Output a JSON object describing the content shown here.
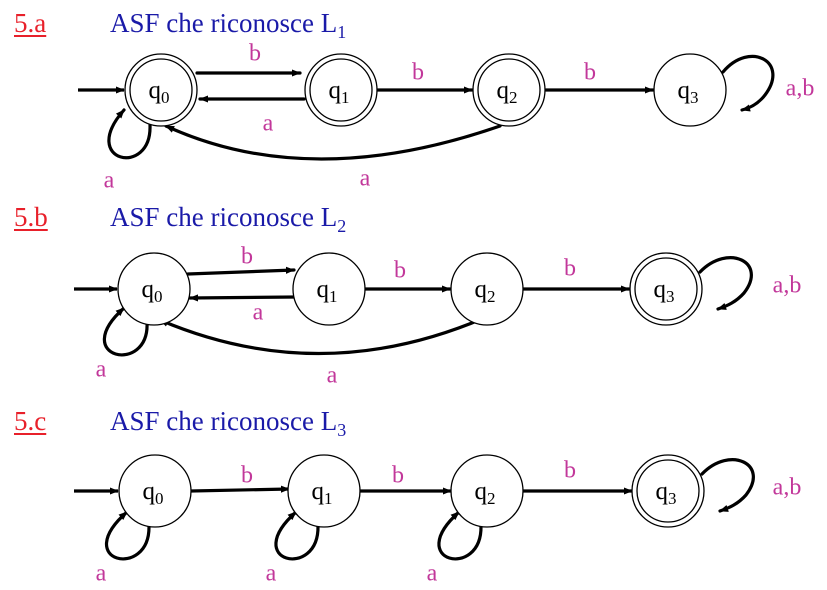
{
  "sections": [
    {
      "label": "5.a",
      "title": "ASF che riconosce L",
      "title_sub": "1",
      "automaton": {
        "states": [
          {
            "id": "q0",
            "name": "q",
            "sub": "0",
            "accepting": true,
            "initial": true
          },
          {
            "id": "q1",
            "name": "q",
            "sub": "1",
            "accepting": true,
            "initial": false
          },
          {
            "id": "q2",
            "name": "q",
            "sub": "2",
            "accepting": true,
            "initial": false
          },
          {
            "id": "q3",
            "name": "q",
            "sub": "3",
            "accepting": false,
            "initial": false
          }
        ],
        "transitions": [
          {
            "from": "q0",
            "to": "q1",
            "label": "b"
          },
          {
            "from": "q1",
            "to": "q0",
            "label": "a"
          },
          {
            "from": "q1",
            "to": "q2",
            "label": "b"
          },
          {
            "from": "q2",
            "to": "q3",
            "label": "b"
          },
          {
            "from": "q2",
            "to": "q0",
            "label": "a"
          },
          {
            "from": "q0",
            "to": "q0",
            "label": "a"
          },
          {
            "from": "q3",
            "to": "q3",
            "label": "a,b"
          }
        ]
      }
    },
    {
      "label": "5.b",
      "title": "ASF che riconosce L",
      "title_sub": "2",
      "automaton": {
        "states": [
          {
            "id": "q0",
            "name": "q",
            "sub": "0",
            "accepting": false,
            "initial": true
          },
          {
            "id": "q1",
            "name": "q",
            "sub": "1",
            "accepting": false,
            "initial": false
          },
          {
            "id": "q2",
            "name": "q",
            "sub": "2",
            "accepting": false,
            "initial": false
          },
          {
            "id": "q3",
            "name": "q",
            "sub": "3",
            "accepting": true,
            "initial": false
          }
        ],
        "transitions": [
          {
            "from": "q0",
            "to": "q1",
            "label": "b"
          },
          {
            "from": "q1",
            "to": "q0",
            "label": "a"
          },
          {
            "from": "q1",
            "to": "q2",
            "label": "b"
          },
          {
            "from": "q2",
            "to": "q3",
            "label": "b"
          },
          {
            "from": "q2",
            "to": "q0",
            "label": "a"
          },
          {
            "from": "q0",
            "to": "q0",
            "label": "a"
          },
          {
            "from": "q3",
            "to": "q3",
            "label": "a,b"
          }
        ]
      }
    },
    {
      "label": "5.c",
      "title": "ASF che riconosce L",
      "title_sub": "3",
      "automaton": {
        "states": [
          {
            "id": "q0",
            "name": "q",
            "sub": "0",
            "accepting": false,
            "initial": true
          },
          {
            "id": "q1",
            "name": "q",
            "sub": "1",
            "accepting": false,
            "initial": false
          },
          {
            "id": "q2",
            "name": "q",
            "sub": "2",
            "accepting": false,
            "initial": false
          },
          {
            "id": "q3",
            "name": "q",
            "sub": "3",
            "accepting": true,
            "initial": false
          }
        ],
        "transitions": [
          {
            "from": "q0",
            "to": "q1",
            "label": "b"
          },
          {
            "from": "q1",
            "to": "q2",
            "label": "b"
          },
          {
            "from": "q2",
            "to": "q3",
            "label": "b"
          },
          {
            "from": "q0",
            "to": "q0",
            "label": "a"
          },
          {
            "from": "q1",
            "to": "q1",
            "label": "a"
          },
          {
            "from": "q2",
            "to": "q2",
            "label": "a"
          },
          {
            "from": "q3",
            "to": "q3",
            "label": "a,b"
          }
        ]
      }
    }
  ],
  "colors": {
    "section_label": "#e8202a",
    "title": "#1a1aa8",
    "transition_label": "#c2379a",
    "stroke": "#000000"
  }
}
